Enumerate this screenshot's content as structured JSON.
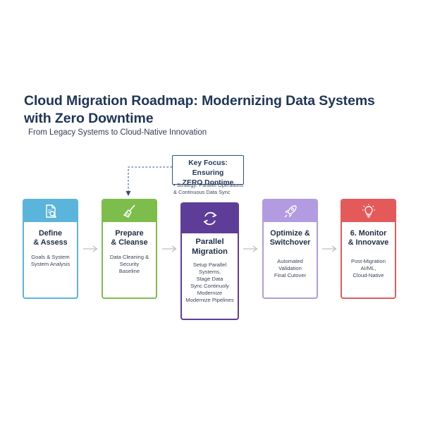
{
  "header": {
    "title": "Cloud Migration Roadmap: Modernizing Data Systems\n with Zero Downtime",
    "subtitle": "From Legacy Systems to Cloud-Native Innovation"
  },
  "focus": {
    "label": "Key Focus: Ensuring\nZERO Dontime",
    "strategy": "• Strategy: Parallel Operations\n  & Continuous Data Sync"
  },
  "colors": {
    "blue": "#5bb4dc",
    "green": "#7cbd4c",
    "purple": "#5e3d99",
    "lavender": "#b29be0",
    "red": "#e45a5a",
    "navy": "#1f3556"
  },
  "steps": [
    {
      "title": "Define\n& Assess",
      "description": "Goals & System\nSystem Analysis",
      "icon": "document-search-icon"
    },
    {
      "title": "Prepare\n& Cleanse",
      "description": "Data Cleaning &\nSecurity\nBaseline",
      "icon": "broom-icon"
    },
    {
      "title": "Parallel\nMigration",
      "description": "Setup Parallel\nSystems,\nStage Data\nSync Continuoly\nModernize\nModernize Pipelines",
      "icon": "sync-arrows-icon"
    },
    {
      "title": "Optimize &\nSwitchover",
      "description": "Automated\nValidation\nFinal Cutover",
      "icon": "rocket-icon"
    },
    {
      "title": "6. Monitor\n& Innovave",
      "description": "Post-Migration\nAI/ML,\nCloud-Native",
      "icon": "lightbulb-icon"
    }
  ]
}
